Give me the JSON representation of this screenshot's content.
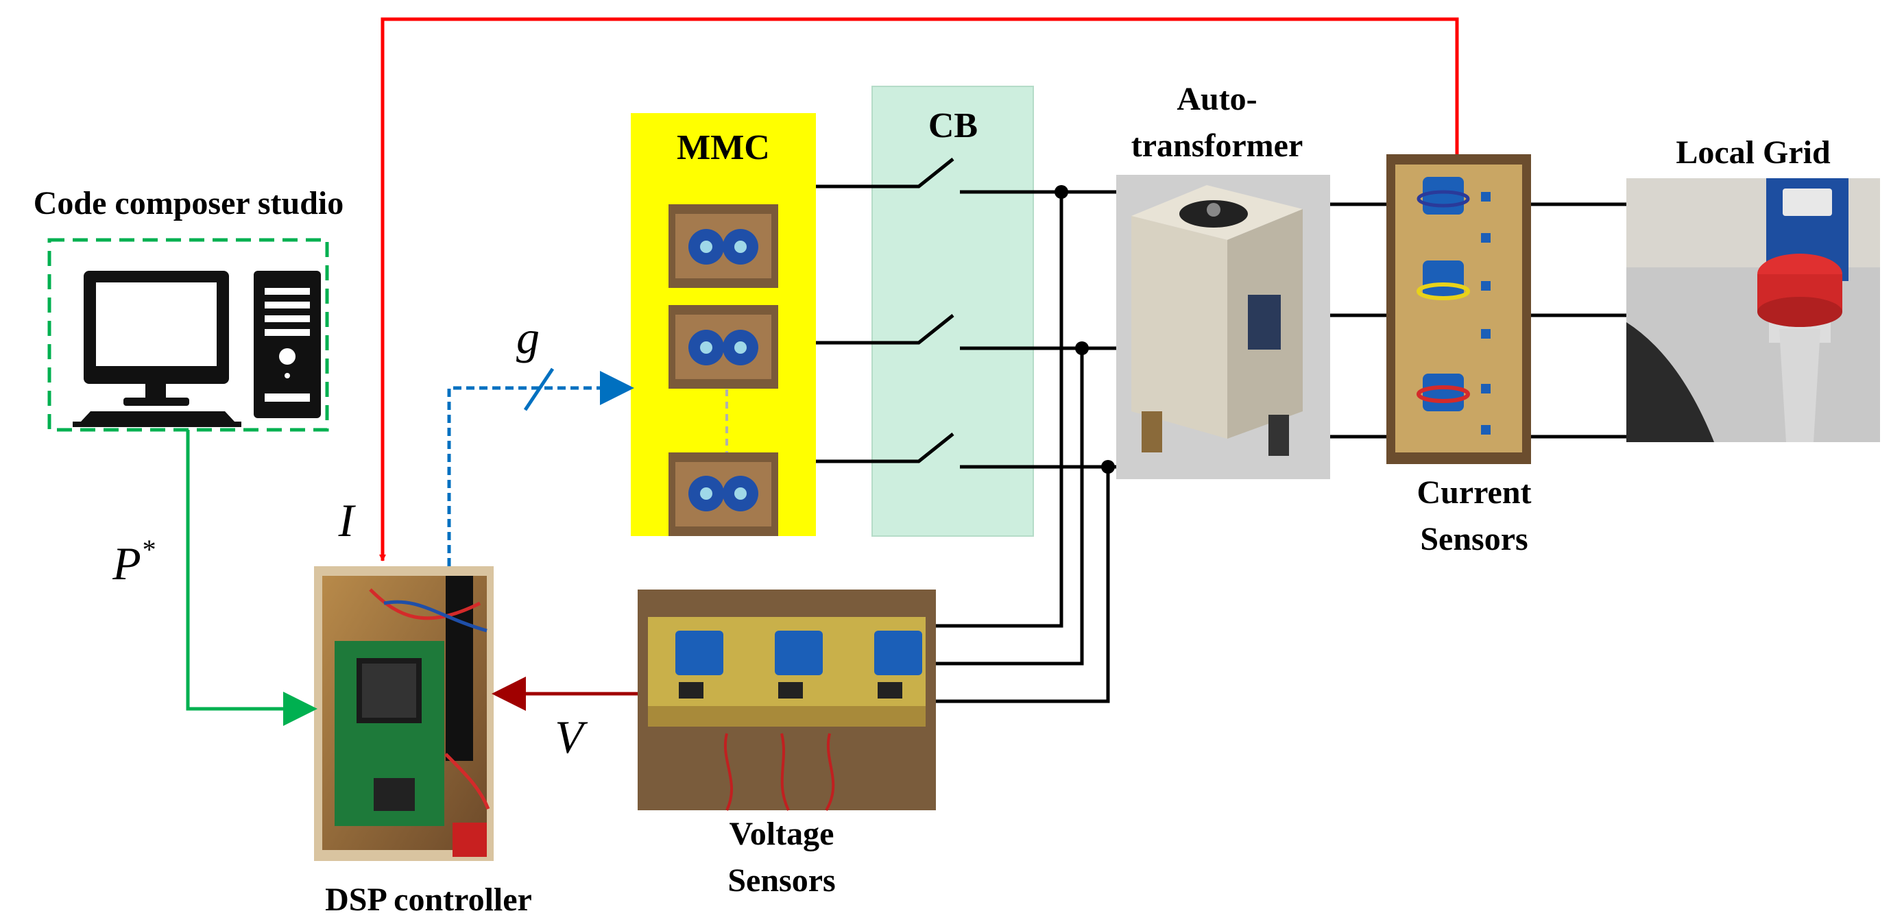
{
  "labels": {
    "code_composer": "Code composer studio",
    "mmc": "MMC",
    "cb": "CB",
    "auto_line1": "Auto-",
    "auto_line2": "transformer",
    "local_grid": "Local Grid",
    "current_line1": "Current",
    "current_line2": "Sensors",
    "voltage_line1": "Voltage",
    "voltage_line2": "Sensors",
    "dsp": "DSP controller"
  },
  "signals": {
    "g": "g",
    "i": "I",
    "p": "P",
    "p_sup": "*",
    "v": "V"
  },
  "colors": {
    "mmc_fill": "#ffff00",
    "cb_fill": "#cdeede",
    "feedback_current": "#ff0000",
    "gate_signal": "#0070c0",
    "power_ref": "#00b050",
    "voltage_signal": "#a00000",
    "computer_border": "#00b050"
  }
}
